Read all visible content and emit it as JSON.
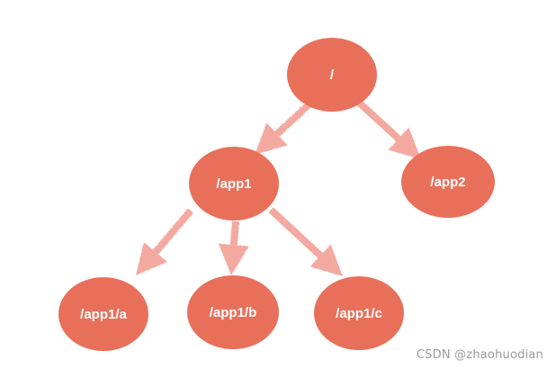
{
  "diagram": {
    "type": "tree",
    "node_color": "#E8705A",
    "arrow_color": "#F2A096",
    "label_color": "#FFFFFF",
    "nodes": [
      {
        "id": "root",
        "label": "/"
      },
      {
        "id": "app1",
        "label": "/app1"
      },
      {
        "id": "app2",
        "label": "/app2"
      },
      {
        "id": "app1a",
        "label": "/app1/a"
      },
      {
        "id": "app1b",
        "label": "/app1/b"
      },
      {
        "id": "app1c",
        "label": "/app1/c"
      }
    ],
    "edges": [
      {
        "from": "root",
        "to": "app1"
      },
      {
        "from": "root",
        "to": "app2"
      },
      {
        "from": "app1",
        "to": "app1a"
      },
      {
        "from": "app1",
        "to": "app1b"
      },
      {
        "from": "app1",
        "to": "app1c"
      }
    ]
  },
  "watermark": "CSDN @zhaohuodian"
}
